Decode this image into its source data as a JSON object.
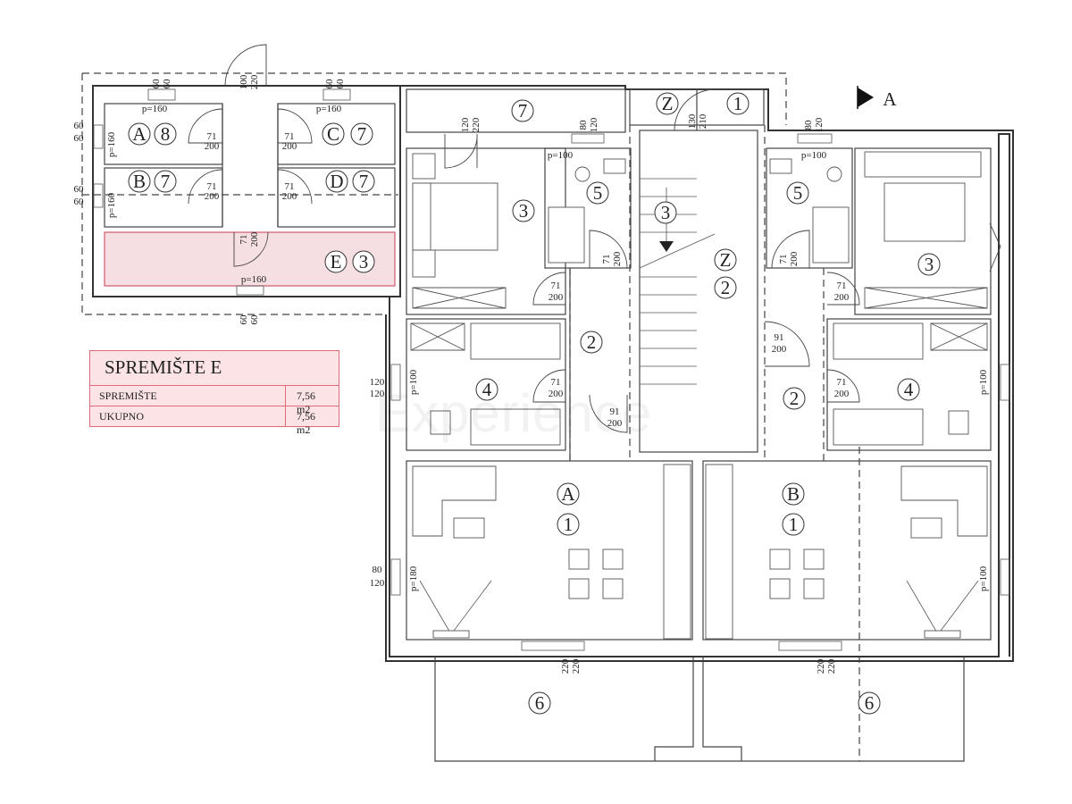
{
  "legend": {
    "title": "SPREMIŠTE E",
    "rows": [
      {
        "label": "SPREMIŠTE",
        "value": "7,56 m2"
      },
      {
        "label": "UKUPNO",
        "value": "7,56 m2"
      }
    ]
  },
  "section_marker": "A",
  "watermark": "Experience",
  "colors": {
    "highlight_fill": "#f6dfe3",
    "highlight_stroke": "#d05a6a",
    "walls": "#333333"
  },
  "storage": {
    "units": [
      {
        "letter": "A",
        "number": "8"
      },
      {
        "letter": "B",
        "number": "7"
      },
      {
        "letter": "C",
        "number": "7"
      },
      {
        "letter": "D",
        "number": "7"
      },
      {
        "letter": "E",
        "number": "3"
      }
    ]
  },
  "rooms": {
    "balcony": "7",
    "z1_letter": "Z",
    "z1_number": "1",
    "z2_letter": "Z",
    "z2_number": "2",
    "stair": "3",
    "bath_left": "5",
    "bath_right": "5",
    "bed_left": "3",
    "bed_right": "3",
    "hall_left": "2",
    "hall_right": "2",
    "kids_left": "4",
    "kids_right": "4",
    "apt_a_letter": "A",
    "apt_a_number": "1",
    "apt_b_letter": "B",
    "apt_b_number": "1",
    "terrace_left": "6",
    "terrace_right": "6"
  },
  "dims": {
    "d60": "60",
    "d80": "80",
    "d91": "91",
    "d100": "100",
    "d120": "120",
    "d130": "130",
    "d200": "200",
    "d210": "210",
    "d220": "220",
    "d71": "71",
    "p100": "p=100",
    "p160": "p=160",
    "p180": "p=180"
  }
}
